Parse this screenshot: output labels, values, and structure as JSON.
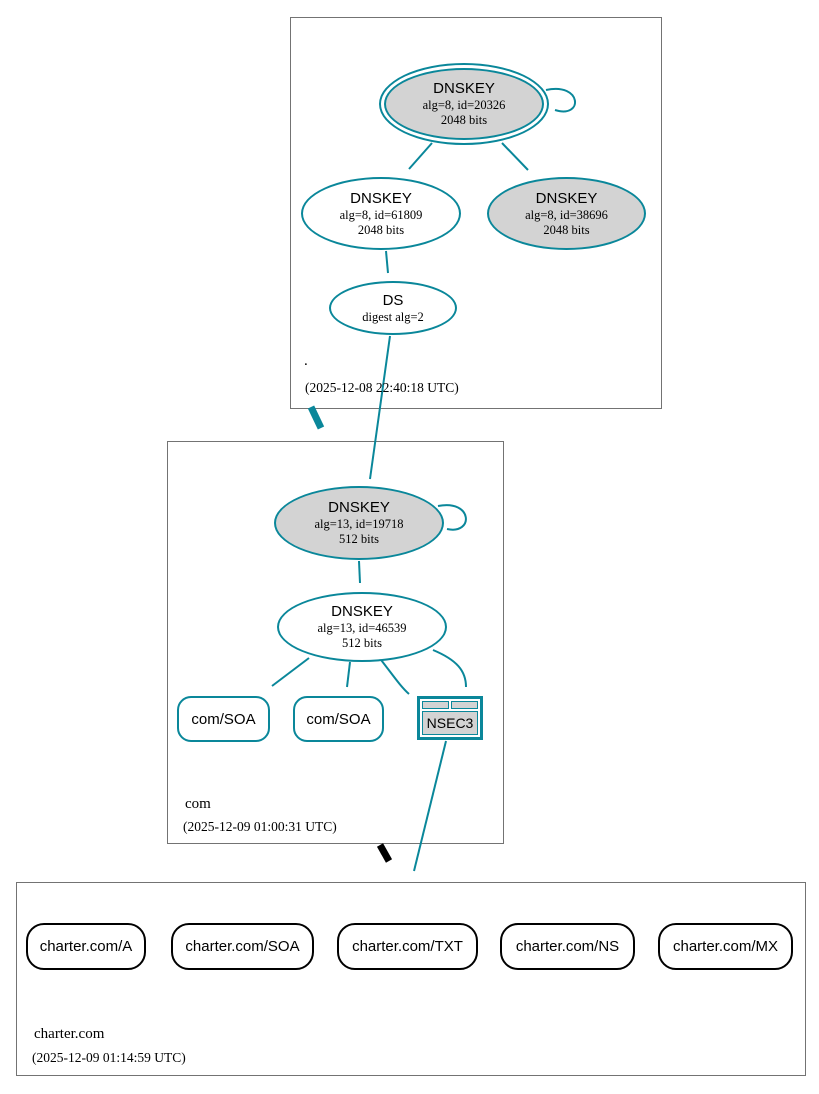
{
  "colors": {
    "accent_teal": "#0a879a",
    "node_fill_gray": "#d3d3d3",
    "insecure_black": "#000000"
  },
  "zones": {
    "root": {
      "label": ".",
      "timestamp": "(2025-12-08 22:40:18 UTC)",
      "keys": [
        {
          "title": "DNSKEY",
          "detail": "alg=8, id=20326",
          "bits": "2048 bits"
        },
        {
          "title": "DNSKEY",
          "detail": "alg=8, id=61809",
          "bits": "2048 bits"
        },
        {
          "title": "DNSKEY",
          "detail": "alg=8, id=38696",
          "bits": "2048 bits"
        }
      ],
      "ds": {
        "title": "DS",
        "detail": "digest alg=2"
      }
    },
    "com": {
      "label": "com",
      "timestamp": "(2025-12-09 01:00:31 UTC)",
      "keys": [
        {
          "title": "DNSKEY",
          "detail": "alg=13, id=19718",
          "bits": "512 bits"
        },
        {
          "title": "DNSKEY",
          "detail": "alg=13, id=46539",
          "bits": "512 bits"
        }
      ],
      "rrsets": [
        "com/SOA",
        "com/SOA"
      ],
      "nsec3": "NSEC3"
    },
    "charter": {
      "label": "charter.com",
      "timestamp": "(2025-12-09 01:14:59 UTC)",
      "rrsets": [
        "charter.com/A",
        "charter.com/SOA",
        "charter.com/TXT",
        "charter.com/NS",
        "charter.com/MX"
      ]
    }
  }
}
